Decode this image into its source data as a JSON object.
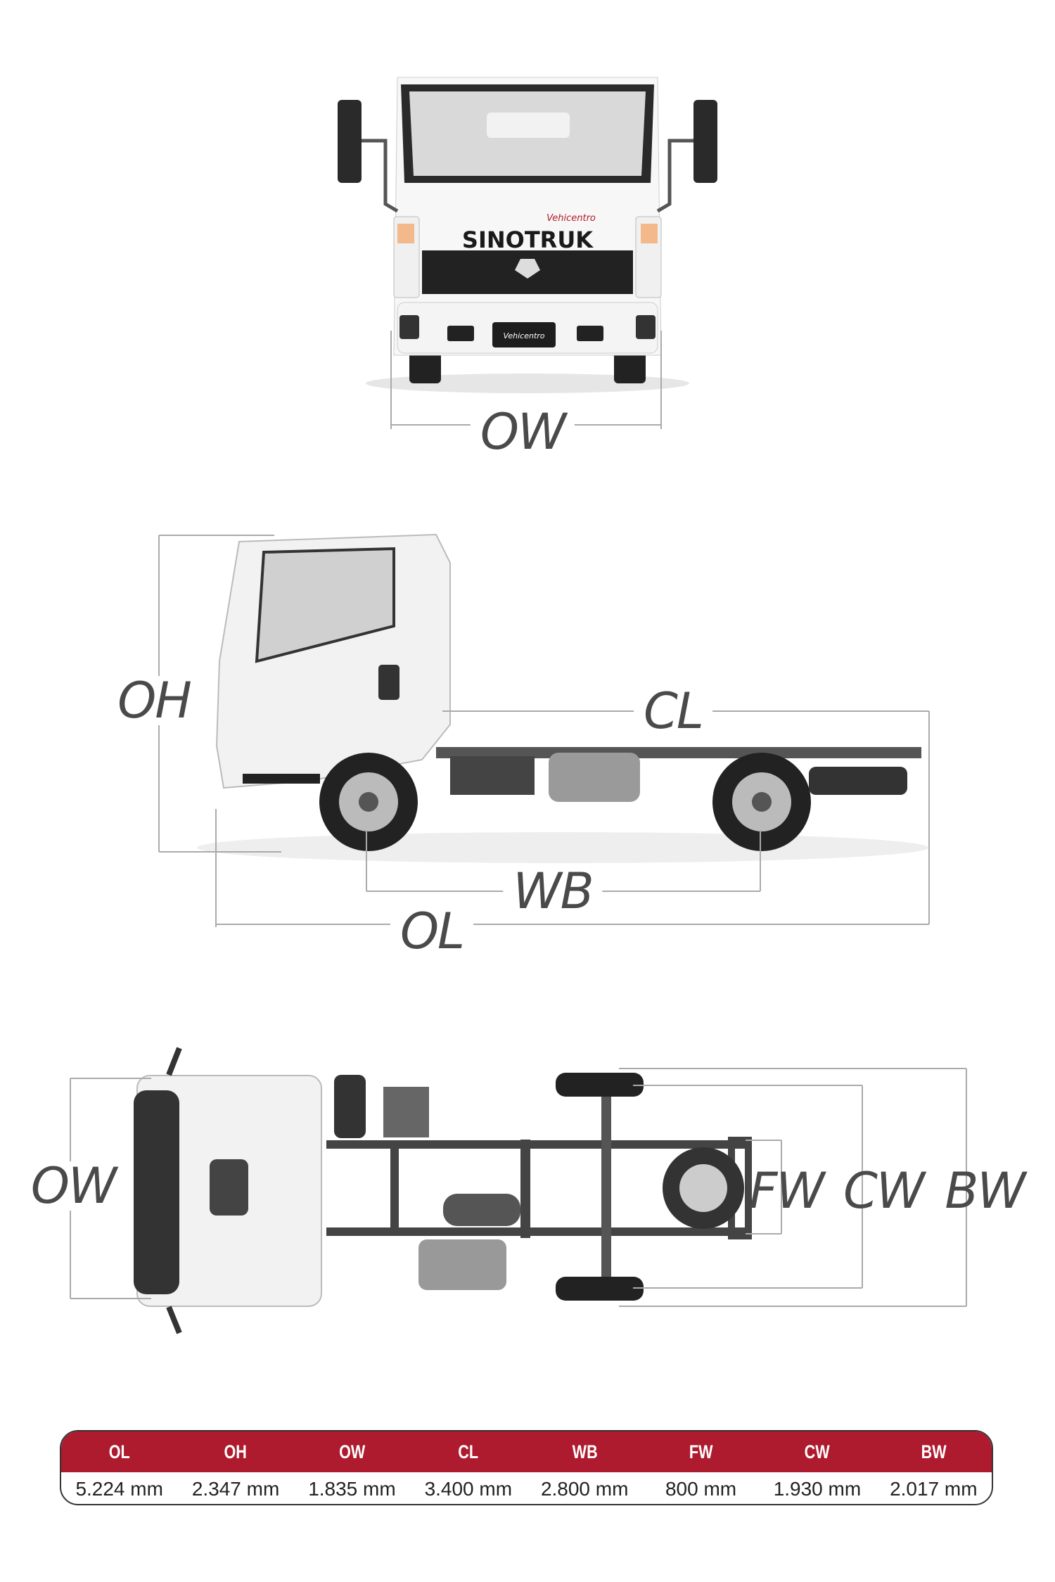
{
  "views": {
    "front": {
      "brand": "SINOTRUK",
      "dealer": "Vehicentro",
      "labels": {
        "ow": "OW"
      }
    },
    "side": {
      "labels": {
        "oh": "OH",
        "cl": "CL",
        "wb": "WB",
        "ol": "OL"
      }
    },
    "top": {
      "labels": {
        "ow": "OW",
        "fw": "FW",
        "cw": "CW",
        "bw": "BW"
      }
    }
  },
  "spec_table": {
    "headers": [
      "OL",
      "OH",
      "OW",
      "CL",
      "WB",
      "FW",
      "CW",
      "BW"
    ],
    "values": [
      "5.224 mm",
      "2.347 mm",
      "1.835 mm",
      "3.400 mm",
      "2.800 mm",
      "800 mm",
      "1.930 mm",
      "2.017 mm"
    ]
  },
  "colors": {
    "header": "#ae1a2e",
    "label": "#4a4a4a",
    "dimension_line": "#aaaaaa"
  }
}
